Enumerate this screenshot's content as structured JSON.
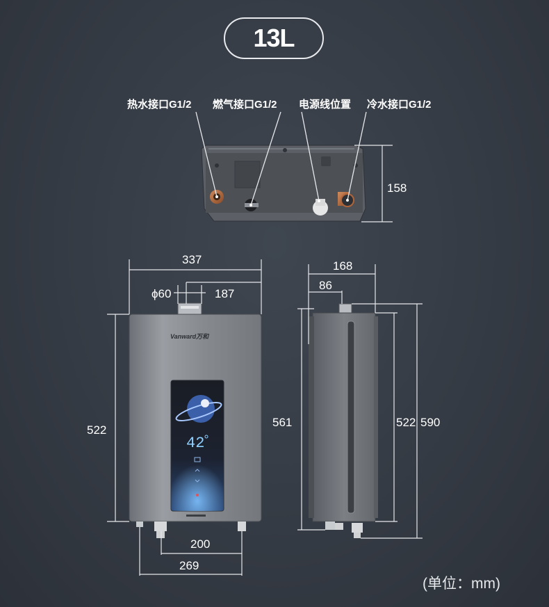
{
  "capacity_badge": "13L",
  "connection_labels": {
    "hot_water": "热水接口G1/2",
    "gas": "燃气接口G1/2",
    "power_cord": "电源线位置",
    "cold_water": "冷水接口G1/2"
  },
  "dimensions": {
    "bottom_depth": "158",
    "front_width": "337",
    "flue_diameter": "ϕ60",
    "flue_offset": "187",
    "front_body_height": "522",
    "fitting_spacing_inner": "200",
    "fitting_spacing_outer": "269",
    "side_depth": "168",
    "side_flue_offset": "86",
    "side_height_left": "561",
    "side_body_height": "522",
    "side_total_height": "590"
  },
  "brand_logo_text": "Vanward万和",
  "display_temperature": "42",
  "unit_note": "(单位：mm)",
  "colors": {
    "background": "#353b44",
    "line": "#e6e8eb",
    "copper_fitting": "#b0643a",
    "display_glow": "#6fb2ff"
  }
}
